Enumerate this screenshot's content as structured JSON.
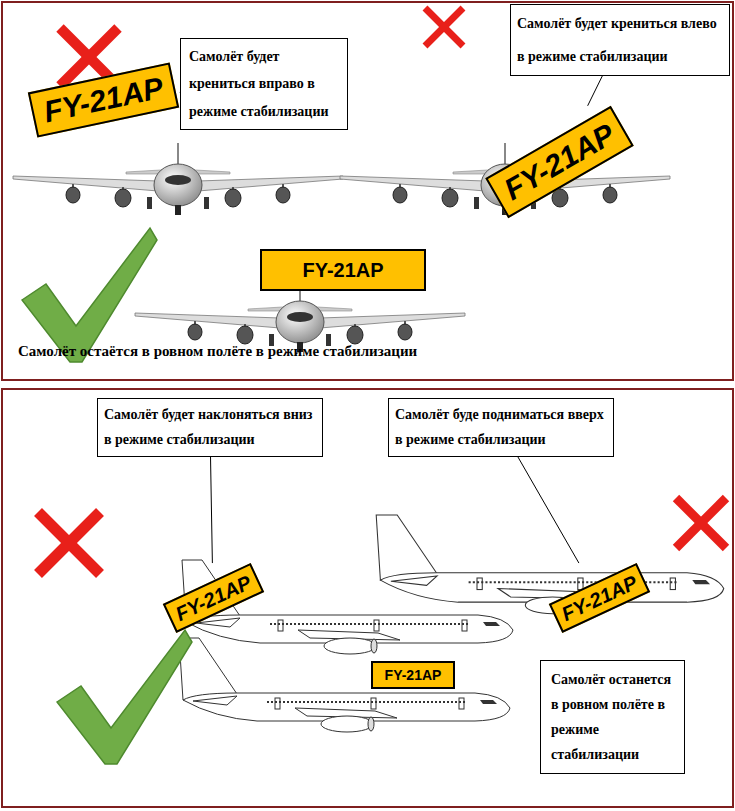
{
  "diagram": {
    "nodes": [
      {
        "text": [
          "Самолёт будет крениться вправо в режиме стабилизации"
        ]
      },
      {
        "text": [
          "Самолёт будет крениться влево в режиме стабилизации"
        ]
      },
      {
        "text": [
          "FY-21AP"
        ]
      },
      {
        "text": [
          "FY-21AP"
        ]
      },
      {
        "text": [
          "FY-21AP"
        ]
      },
      {
        "text": [
          "Самолёт будет наклоняться вниз в режиме стабилизации"
        ]
      },
      {
        "text": [
          "Самолёт буде подниматься вверх в режиме стабилизации"
        ]
      },
      {
        "text": [
          "FY-21AP"
        ]
      },
      {
        "text": [
          "FY-21AP"
        ]
      },
      {
        "text": [
          "FY-21AP"
        ]
      },
      {
        "text": [
          "Самолёт останется в ровном полёте в режиме стабилизации"
        ]
      }
    ],
    "edges": [
      {
        "from": 0,
        "to": 2,
        "arrow": "none"
      },
      {
        "from": 1,
        "to": 3,
        "arrow": "none"
      },
      {
        "from": 5,
        "to": 7,
        "arrow": "none"
      },
      {
        "from": 6,
        "to": 8,
        "arrow": "none"
      }
    ],
    "labels": [
      "Самолёт остаётся в ровном полёте в режиме стабилизации"
    ]
  }
}
